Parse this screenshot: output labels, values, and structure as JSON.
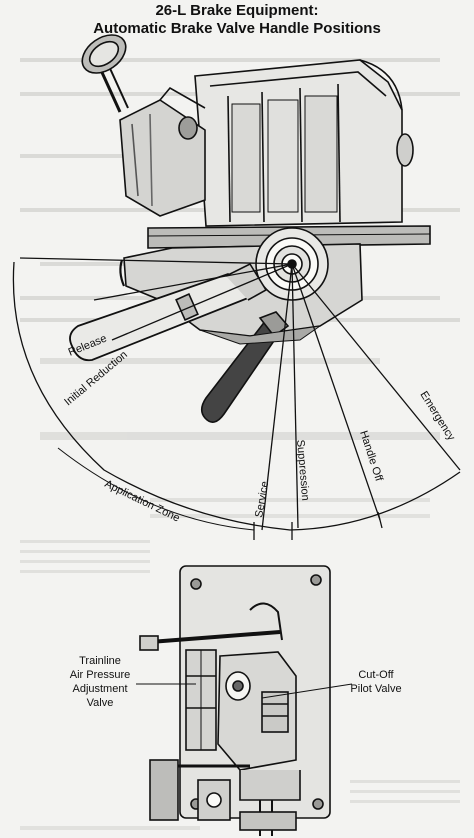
{
  "title": {
    "line1": "26-L Brake Equipment:",
    "line2": "Automatic Brake Valve Handle Positions"
  },
  "handle_positions": {
    "release": "Release",
    "initial_reduction": "Initial Reduction",
    "application_zone": "Application Zone",
    "service": "Service",
    "suppression": "Suppression",
    "handle_off": "Handle Off",
    "emergency": "Emergency"
  },
  "lower_callouts": {
    "trainline_line1": "Trainline",
    "trainline_line2": "Air Pressure",
    "trainline_line3": "Adjustment",
    "trainline_line4": "Valve",
    "cutoff_line1": "Cut-Off",
    "cutoff_line2": "Pilot Valve"
  },
  "colors": {
    "ink": "#111111",
    "paper": "#f3f3f1",
    "shadow": "#8a8a88",
    "bleed": "#c9c9c6"
  }
}
